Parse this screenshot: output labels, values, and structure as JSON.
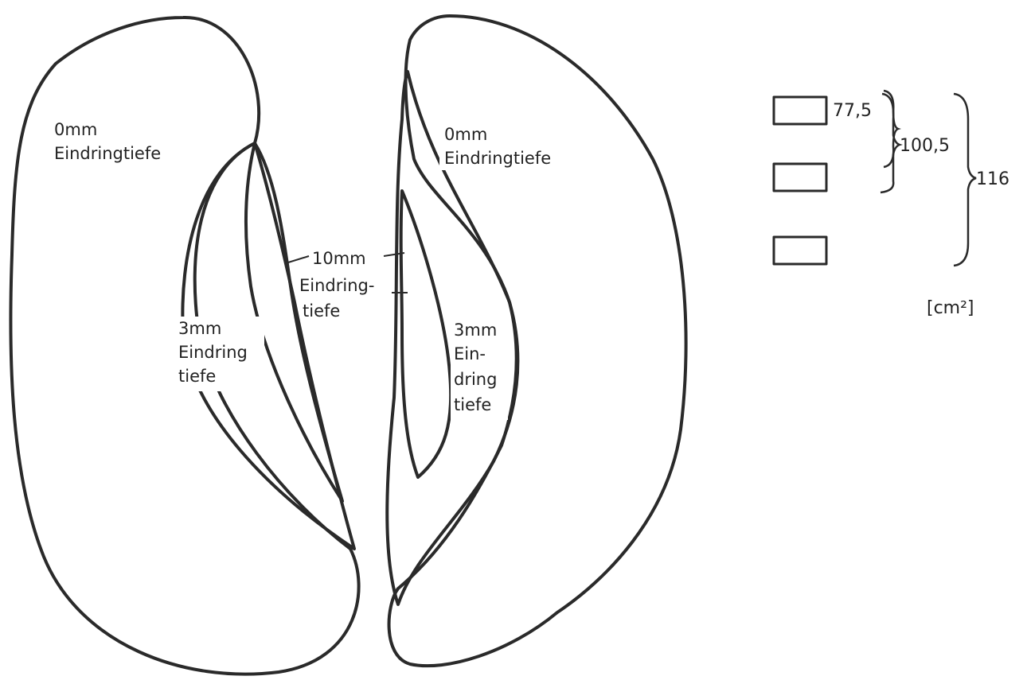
{
  "figure": {
    "left_lung": {
      "outer_label": [
        "0mm",
        "Eindringtiefe"
      ],
      "middle_label": [
        "3mm",
        "Eindring",
        "tiefe"
      ]
    },
    "right_lung": {
      "outer_label": [
        "0mm",
        "Eindringtiefe"
      ],
      "middle_label": [
        "3mm",
        "Ein-",
        "dring",
        "tiefe"
      ]
    },
    "center_label": [
      "10mm",
      "Eindring-",
      "tiefe"
    ]
  },
  "legend": {
    "items": [
      {
        "pattern": "diagonal-hatch",
        "value": "77,5"
      },
      {
        "pattern": "dense-diagonal-hatch",
        "value": ""
      },
      {
        "pattern": "cross-hatch",
        "value": ""
      }
    ],
    "brace_inner_value": "100,5",
    "brace_outer_value": "116",
    "unit": "[cm²]"
  },
  "colors": {
    "ink": "#2a2a2a",
    "paper": "#ffffff"
  }
}
